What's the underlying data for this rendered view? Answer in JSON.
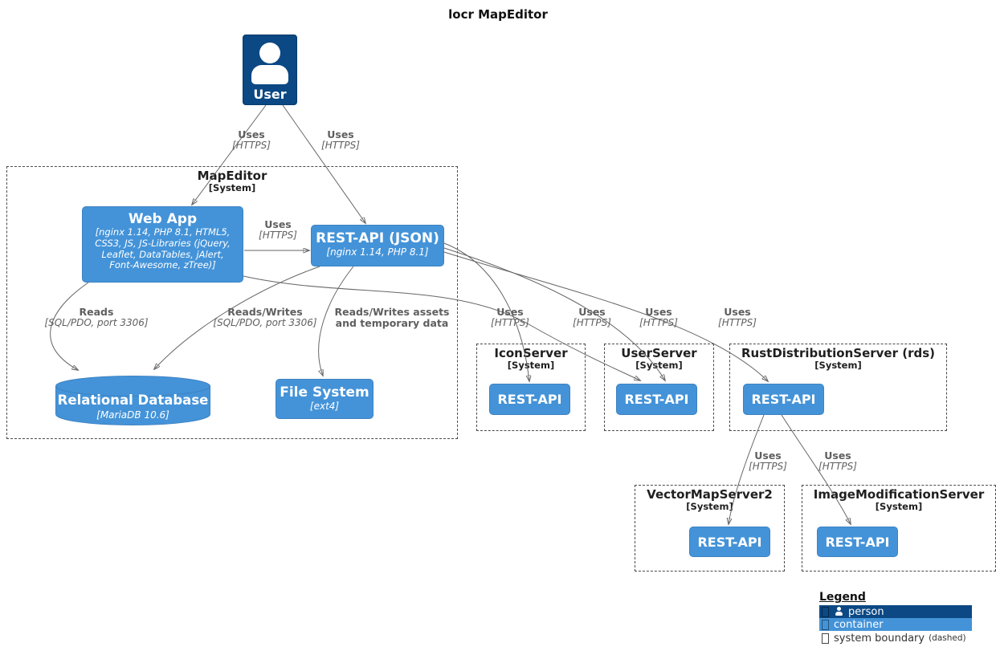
{
  "title": "locr MapEditor",
  "colors": {
    "person_fill": "#0b4884",
    "person_border": "#093a6a",
    "container_fill": "#4493d8",
    "container_border": "#3d82c2",
    "edge": "#666666",
    "boundary": "#4a4a4a"
  },
  "boundaries": {
    "map_editor": {
      "name": "MapEditor",
      "type": "[System]"
    },
    "icon_server": {
      "name": "IconServer",
      "type": "[System]"
    },
    "user_server": {
      "name": "UserServer",
      "type": "[System]"
    },
    "rds": {
      "name": "RustDistributionServer (rds)",
      "type": "[System]"
    },
    "vector_map_server2": {
      "name": "VectorMapServer2",
      "type": "[System]"
    },
    "image_modification_server": {
      "name": "ImageModificationServer",
      "type": "[System]"
    }
  },
  "nodes": {
    "user": {
      "title": "User"
    },
    "web_app": {
      "title": "Web App",
      "tech": "[nginx 1.14, PHP 8.1, HTML5,\nCSS3, JS, JS-Libraries (jQuery,\nLeaflet, DataTables, jAlert,\nFont-Awesome, zTree)]"
    },
    "rest_api_json": {
      "title": "REST-API (JSON)",
      "tech": "[nginx 1.14, PHP 8.1]"
    },
    "relational_database": {
      "title": "Relational Database",
      "tech": "[MariaDB 10.6]"
    },
    "file_system": {
      "title": "File System",
      "tech": "[ext4]"
    },
    "rest_api": {
      "title": "REST-API"
    }
  },
  "edges": {
    "user_webapp": {
      "label": "Uses",
      "protocol": "[HTTPS]"
    },
    "user_restapi": {
      "label": "Uses",
      "protocol": "[HTTPS]"
    },
    "webapp_restapi": {
      "label": "Uses",
      "protocol": "[HTTPS]"
    },
    "webapp_db": {
      "label": "Reads",
      "protocol": "[SQL/PDO, port 3306]"
    },
    "restapi_db": {
      "label": "Reads/Writes",
      "protocol": "[SQL/PDO, port 3306]"
    },
    "restapi_fs": {
      "label": "Reads/Writes assets\nand temporary data",
      "protocol": ""
    },
    "restapi_iconserver": {
      "label": "Uses",
      "protocol": "[HTTPS]"
    },
    "webapp_userserver": {
      "label": "Uses",
      "protocol": "[HTTPS]"
    },
    "restapi_userserver": {
      "label": "Uses",
      "protocol": "[HTTPS]"
    },
    "restapi_rds": {
      "label": "Uses",
      "protocol": "[HTTPS]"
    },
    "rds_vectormapserver2": {
      "label": "Uses",
      "protocol": "[HTTPS]"
    },
    "rds_imagemodificationserver": {
      "label": "Uses",
      "protocol": "[HTTPS]"
    }
  },
  "legend": {
    "title": "Legend",
    "rows": [
      {
        "label": "person"
      },
      {
        "label": "container"
      },
      {
        "label": "system boundary",
        "note": "(dashed)"
      }
    ]
  }
}
